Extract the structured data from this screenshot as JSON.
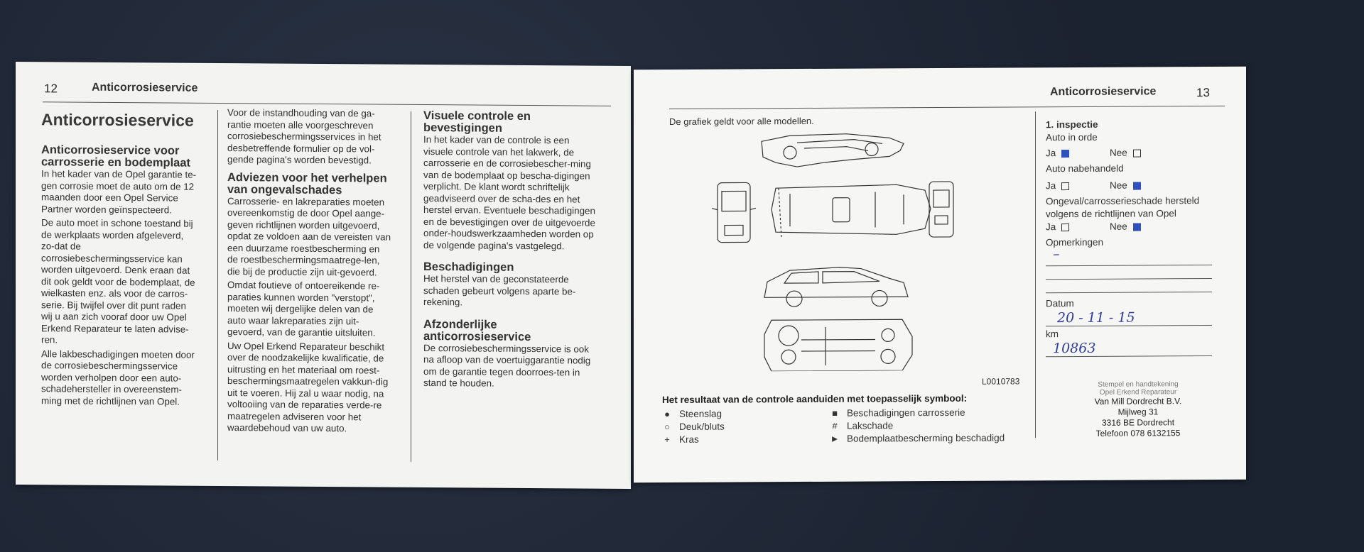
{
  "left_page": {
    "page_number": "12",
    "running_head": "Anticorrosieservice",
    "col1": {
      "title": "Anticorrosieservice",
      "heading": "Anticorrosieservice voor carrosserie en bodemplaat",
      "paragraphs": [
        "In het kader van de Opel garantie te-gen corrosie moet de auto om de 12 maanden door een Opel Service Partner worden geïnspecteerd.",
        "De auto moet in schone toestand bij de werkplaats worden afgeleverd, zo-dat de corrosiebeschermingsservice kan worden uitgevoerd. Denk eraan dat dit ook geldt voor de bodemplaat, de wielkasten enz. als voor de carros-serie. Bij twijfel over dit punt raden wij u aan zich vooraf door uw Opel Erkend Reparateur te laten advise-ren.",
        "Alle lakbeschadigingen moeten door de corrosiebeschermingsservice worden verholpen door een auto-schadehersteller in overeenstem-ming met de richtlijnen van Opel."
      ]
    },
    "col2": {
      "intro": "Voor de instandhouding van de ga-rantie moeten alle voorgeschreven corrosiebeschermingsservices in het desbetreffende formulier op de vol-gende pagina's worden bevestigd.",
      "heading": "Adviezen voor het verhelpen van ongevalschades",
      "paragraphs": [
        "Carrosserie- en lakreparaties moeten overeenkomstig de door Opel aange-geven richtlijnen worden uitgevoerd, opdat ze voldoen aan de vereisten van een duurzame roestbescherming en de roestbeschermingsmaatrege-len, die bij de productie zijn uit-gevoerd.",
        "Omdat foutieve of ontoereikende re-paraties kunnen worden \"verstopt\", moeten wij dergelijke delen van de auto waar lakreparaties zijn uit-gevoerd, van de garantie uitsluiten.",
        "Uw Opel Erkend Reparateur beschikt over de noodzakelijke kwalificatie, de uitrusting en het materiaal om roest-beschermingsmaatregelen vakkun-dig uit te voeren. Hij zal u waar nodig, na voltooiing van de reparaties verde-re maatregelen adviseren voor het waardebehoud van uw auto."
      ]
    },
    "col3": {
      "sections": [
        {
          "heading": "Visuele controle en bevestigingen",
          "text": "In het kader van de controle is een visuele controle van het lakwerk, de carrosserie en de corrosiebescher-ming van de bodemplaat op bescha-digingen verplicht. De klant wordt schriftelijk geadviseerd over de scha-des en het herstel ervan. Eventuele beschadigingen en de bevestigingen over de uitgevoerde onder-houdswerkzaamheden worden op de volgende pagina's vastgelegd."
        },
        {
          "heading": "Beschadigingen",
          "text": "Het herstel van de geconstateerde schaden gebeurt volgens aparte be-rekening."
        },
        {
          "heading": "Afzonderlijke anticorrosieservice",
          "text": "De corrosiebeschermingsservice is ook na afloop van de voertuiggarantie nodig om de garantie tegen doorroes-ten in stand te houden."
        }
      ]
    }
  },
  "right_page": {
    "page_number": "13",
    "running_head": "Anticorrosieservice",
    "diagram_caption": "De grafiek geldt voor alle modellen.",
    "diagram_code": "L0010783",
    "legend_title": "Het resultaat van de controle aanduiden met toepasselijk symbool:",
    "legend": [
      {
        "symbol": "●",
        "label": "Steenslag"
      },
      {
        "symbol": "■",
        "label": "Beschadigingen carrosserie"
      },
      {
        "symbol": "○",
        "label": "Deuk/bluts"
      },
      {
        "symbol": "#",
        "label": "Lakschade"
      },
      {
        "symbol": "+",
        "label": "Kras"
      },
      {
        "symbol": "►",
        "label": "Bodemplaatbescherming beschadigd"
      }
    ],
    "inspection": {
      "title": "1. inspectie",
      "q1": "Auto in orde",
      "q2": "Auto nabehandeld",
      "q3": "Ongeval/carrosserieschade hersteld volgens de richtlijnen van Opel",
      "yes": "Ja",
      "no": "Nee",
      "answers": {
        "q1": "Ja",
        "q2": "Nee",
        "q3": "Nee"
      },
      "remarks_label": "Opmerkingen",
      "remarks_value": "–",
      "date_label": "Datum",
      "date_value": "20 - 11 - 15",
      "km_label": "km",
      "km_value": "10863",
      "stamp_label": "Stempel en handtekening",
      "stamp_sub": "Opel Erkend Reparateur",
      "stamp_lines": [
        "Van Mill Dordrecht B.V.",
        "Mijlweg 31",
        "3316 BE  Dordrecht",
        "Telefoon 078 6132155"
      ]
    }
  }
}
